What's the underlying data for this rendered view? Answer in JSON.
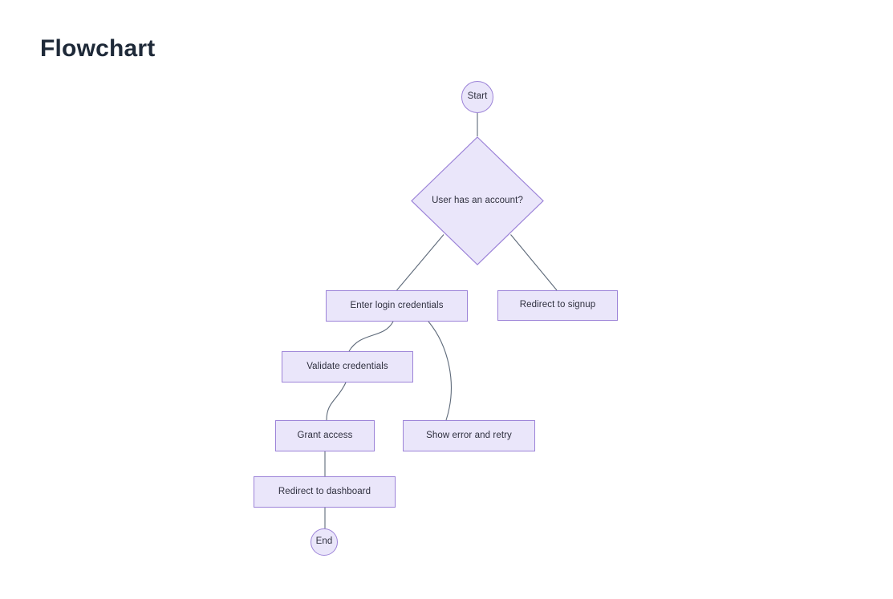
{
  "page": {
    "title": "Flowchart"
  },
  "colors": {
    "background": "#ffffff",
    "title_text": "#1e2938",
    "node_fill": "#eae6fa",
    "node_border": "#9c83d8",
    "node_text": "#2e2f3e",
    "edge": "#5e6a7a"
  },
  "diagram": {
    "nodes": [
      {
        "id": "start",
        "type": "circle",
        "label": "Start"
      },
      {
        "id": "decision-account",
        "type": "diamond",
        "label": "User has an account?"
      },
      {
        "id": "enter-login",
        "type": "rect",
        "label": "Enter login credentials"
      },
      {
        "id": "redirect-signup",
        "type": "rect",
        "label": "Redirect to signup"
      },
      {
        "id": "validate-credentials",
        "type": "rect",
        "label": "Validate credentials"
      },
      {
        "id": "grant-access",
        "type": "rect",
        "label": "Grant access"
      },
      {
        "id": "show-error",
        "type": "rect",
        "label": "Show error and retry"
      },
      {
        "id": "redirect-dashboard",
        "type": "rect",
        "label": "Redirect to dashboard"
      },
      {
        "id": "end",
        "type": "circle",
        "label": "End"
      }
    ],
    "edges": [
      {
        "from": "start",
        "to": "decision-account"
      },
      {
        "from": "decision-account",
        "to": "enter-login"
      },
      {
        "from": "decision-account",
        "to": "redirect-signup"
      },
      {
        "from": "enter-login",
        "to": "validate-credentials"
      },
      {
        "from": "enter-login",
        "to": "show-error"
      },
      {
        "from": "validate-credentials",
        "to": "grant-access"
      },
      {
        "from": "grant-access",
        "to": "redirect-dashboard"
      },
      {
        "from": "redirect-dashboard",
        "to": "end"
      }
    ]
  }
}
